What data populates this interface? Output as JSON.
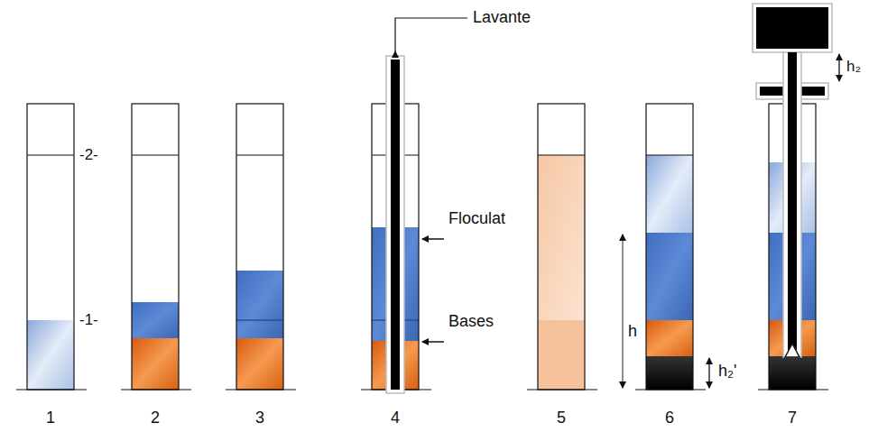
{
  "diagram": {
    "labels": [
      "Lavante",
      "-2-",
      "-1-",
      "Floculat",
      "Bases",
      "h",
      "h₂'",
      "h₂",
      "1",
      "2",
      "3",
      "4",
      "5",
      "6",
      "7"
    ]
  }
}
